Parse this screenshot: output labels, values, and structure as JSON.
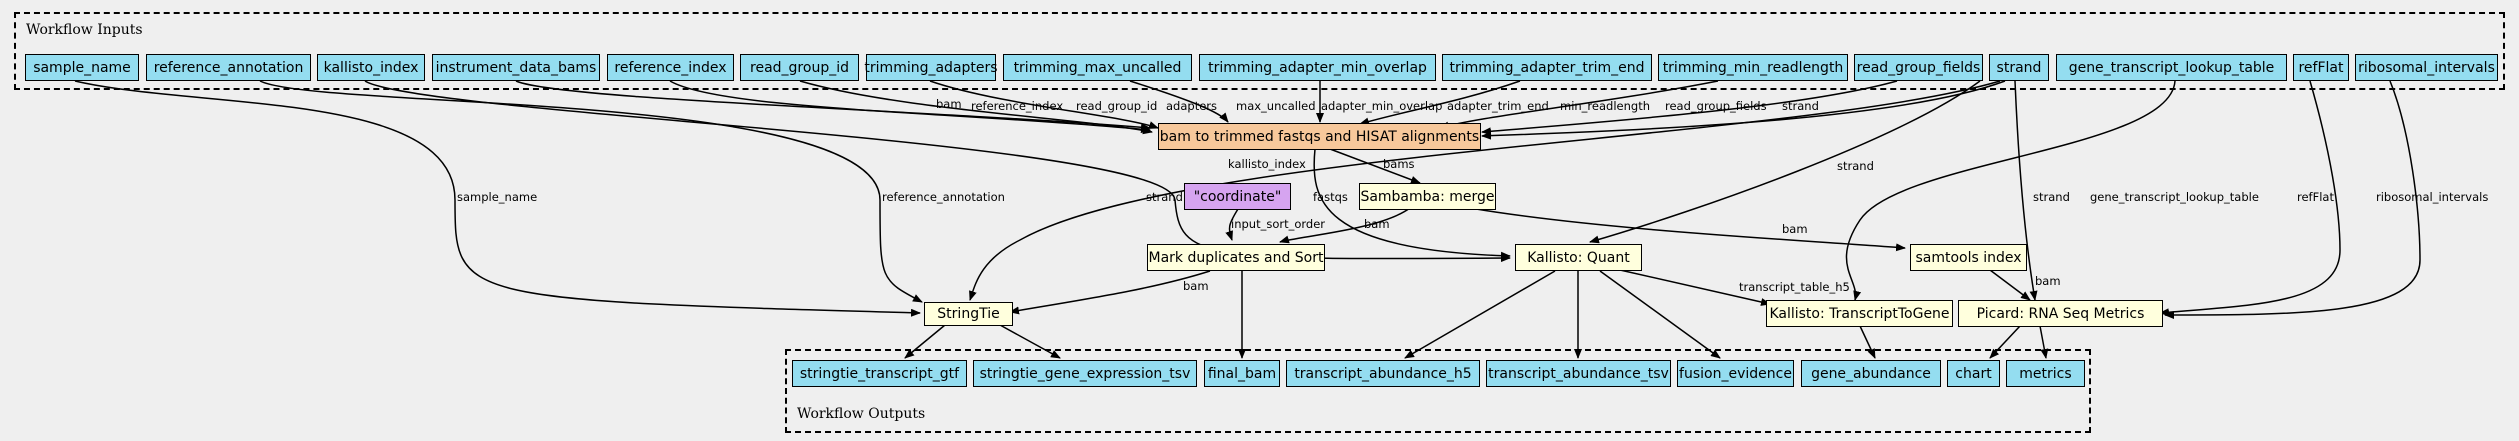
{
  "clusters": {
    "inputs_label": "Workflow Inputs",
    "outputs_label": "Workflow Outputs"
  },
  "inputs": [
    "sample_name",
    "reference_annotation",
    "kallisto_index",
    "instrument_data_bams",
    "reference_index",
    "read_group_id",
    "trimming_adapters",
    "trimming_max_uncalled",
    "trimming_adapter_min_overlap",
    "trimming_adapter_trim_end",
    "trimming_min_readlength",
    "read_group_fields",
    "strand",
    "gene_transcript_lookup_table",
    "refFlat",
    "ribosomal_intervals"
  ],
  "steps": {
    "bam_to_trimmed": "bam to trimmed fastqs and HISAT alignments",
    "coordinate": "\"coordinate\"",
    "sambamba_merge": "Sambamba: merge",
    "mark_duplicates": "Mark duplicates and Sort",
    "kallisto_quant": "Kallisto: Quant",
    "samtools_index": "samtools index",
    "stringtie": "StringTie",
    "kallisto_transcript_to_gene": "Kallisto: TranscriptToGene",
    "picard_rnaseq": "Picard: RNA Seq Metrics"
  },
  "outputs": [
    "stringtie_transcript_gtf",
    "stringtie_gene_expression_tsv",
    "final_bam",
    "transcript_abundance_h5",
    "transcript_abundance_tsv",
    "fusion_evidence",
    "gene_abundance",
    "chart",
    "metrics"
  ],
  "edge_labels": {
    "bam": "bam",
    "reference_index": "reference_index",
    "read_group_id": "read_group_id",
    "adapters": "adapters",
    "max_uncalled": "max_uncalled",
    "adapter_min_overlap": "adapter_min_overlap",
    "adapter_trim_end": "adapter_trim_end",
    "min_readlength": "min_readlength",
    "read_group_fields": "read_group_fields",
    "strand_top": "strand",
    "sample_name": "sample_name",
    "reference_annotation": "reference_annotation",
    "kallisto_index": "kallisto_index",
    "bams": "bams",
    "strand_stringtie": "strand",
    "fastqs": "fastqs",
    "input_sort_order": "input_sort_order",
    "bam_merge": "bam",
    "bam_samtools": "bam",
    "strand_kallisto": "strand",
    "strand_picard": "strand",
    "gene_transcript_lookup_table": "gene_transcript_lookup_table",
    "refFlat": "refFlat",
    "ribosomal_intervals": "ribosomal_intervals",
    "transcript_table_h5": "transcript_table_h5",
    "bam_stringtie": "bam",
    "bam_picard": "bam"
  }
}
